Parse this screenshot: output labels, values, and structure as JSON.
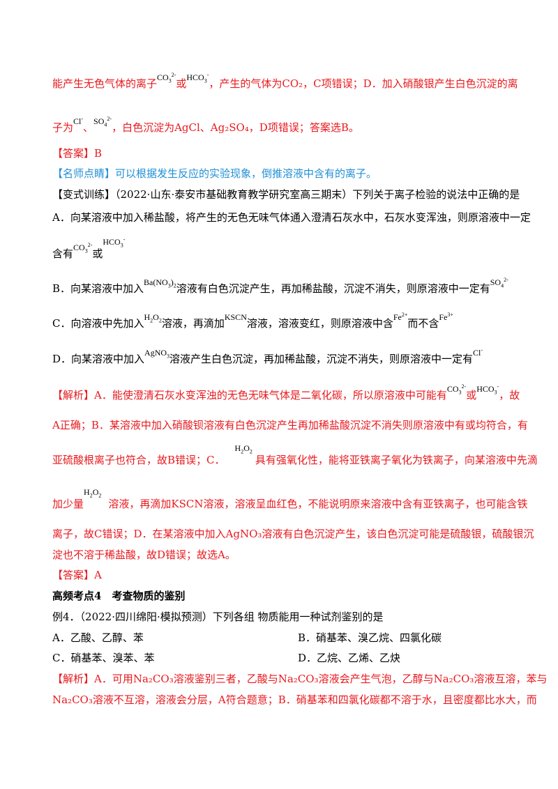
{
  "colors": {
    "red": "#e8191e",
    "blue": "#1f8fd6",
    "black": "#000000"
  },
  "p1": {
    "a": "能产生无色气体的离子",
    "co3": "CO",
    "co3_sub": "3",
    "co3_sup": "2-",
    "or": "或",
    "hco3": "HCO",
    "hco3_sub": "3",
    "hco3_sup": "-",
    "b": "，产生的气体为CO₂，C项错误；D．加入硝酸银产生白色沉淀的离"
  },
  "p2": {
    "a": "子为",
    "cl": "Cl",
    "cl_sup": "-",
    "sep": "、",
    "so4": "SO",
    "so4_sub": "4",
    "so4_sup": "2-",
    "b": "，白色沉淀为AgCl、Ag₂SO₄，D项错误；答案选B。"
  },
  "answer1": "【答案】B",
  "tip": "【名师点睛】可以根据发生反应的实验现象，倒推溶液中含有的离子。",
  "variant": "【变式训练】（2022·山东·泰安市基础教育教学研究室高三期末）下列关于离子检验的说法中正确的是",
  "optA": {
    "l1": "A．向某溶液中加入稀盐酸，将产生的无色无味气体通入澄清石灰水中，石灰水变浑浊，则原溶液中一定",
    "l2a": "含有",
    "co3": "CO",
    "co3_sub": "3",
    "co3_sup": "2-",
    "or": "或",
    "hco3": "HCO",
    "hco3_sub": "3",
    "hco3_sup": "-"
  },
  "optB": {
    "a": "B．向某溶液中加入",
    "reagent": "Ba(NO",
    "reagent_sub1": "3",
    "reagent_close": ")",
    "reagent_sub2": "2",
    "b": "溶液有白色沉淀产生，再加稀盐酸，沉淀不消失，则原溶液中一定有",
    "ion": "SO",
    "ion_sub": "4",
    "ion_sup": "2-"
  },
  "optC": {
    "a": "C．向溶液中先加入",
    "h2o2": "H",
    "h2o2_sub": "2",
    "h2o2_o": "O",
    "h2o2_sub2": "2",
    "b": "溶液，再滴加",
    "kscn": "KSCN",
    "c": "溶液，溶液变红，则原溶液中含",
    "fe2": "Fe",
    "fe2_sup": "2+",
    "d": "而不含",
    "fe3": "Fe",
    "fe3_sup": "3+"
  },
  "optD": {
    "a": "D．向某溶液中加入",
    "agno3": "AgNO",
    "agno3_sub": "3",
    "b": "溶液产生白色沉淀，再加稀盐酸，沉淀不消失，则原溶液中一定有",
    "cl": "Cl",
    "cl_sup": "-"
  },
  "analysis2": {
    "l1a": "【解析】A．能使澄清石灰水变浑浊的无色无味气体是二氧化碳，所以原溶液中可能有",
    "co3": "CO",
    "co3_sub": "3",
    "co3_sup": "2-",
    "or": "或",
    "hco3": "HCO",
    "hco3_sub": "3",
    "hco3_sup": "-",
    "l1b": "，故",
    "l2": "A正确；B．某溶液中加入硝酸钡溶液有白色沉淀产生再加稀盐酸沉淀不消失则原溶液中有或均符合，有",
    "l3a": "亚硫酸根离子也符合，故B错误；C．",
    "h2o2": "H",
    "h2o2_sub": "2",
    "h2o2_o": "O",
    "h2o2_sub2": "2",
    "l3b": "具有强氧化性，能将亚铁离子氧化为铁离子，向某溶液中先滴",
    "l4a": "加少量",
    "l4b": "溶液，再滴加KSCN溶液，溶液呈血红色，不能说明原来溶液中含有亚铁离子，也可能含铁",
    "l5": "离子，故C错误；D．在某溶液中加入AgNO₃溶液有白色沉淀产生，该白色沉淀可能是硫酸银，硫酸银沉",
    "l6": "淀也不溶于稀盐酸，故D错误；故选A。"
  },
  "answer2": "【答案】A",
  "heading": "高频考点4　考查物质的鉴别",
  "example": "例4．（2022·四川绵阳·模拟预测）下列各组 物质能用一种试剂鉴别的是",
  "ex_opts": {
    "a": "A．乙酸、乙醇、苯",
    "b": "B．硝基苯、溴乙烷、四氯化碳",
    "c": "C．硝基苯、溴苯、苯",
    "d": "D．乙烷、乙烯、乙炔"
  },
  "analysis3": {
    "l1": "【解析】A．可用Na₂CO₃溶液鉴别三者，乙酸与Na₂CO₃溶液会产生气泡，乙醇与Na₂CO₃溶液互溶，苯与",
    "l2": "Na₂CO₃溶液不互溶，溶液会分层，A符合题意；B．硝基苯和四氯化碳都不溶于水，且密度都比水大，而"
  }
}
